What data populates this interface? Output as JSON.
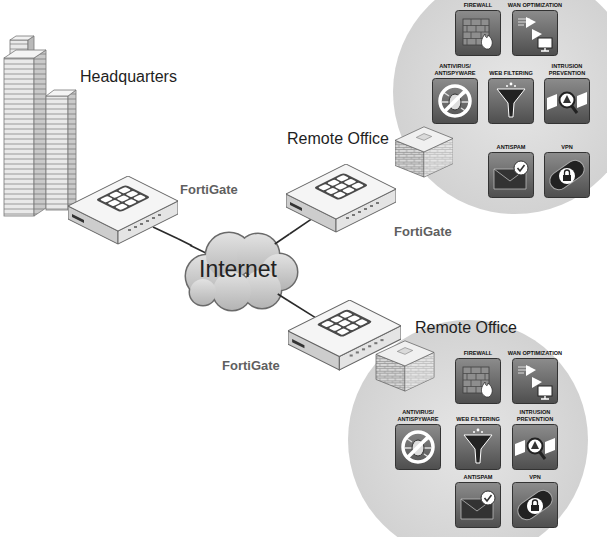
{
  "diagram": {
    "nodes": [
      {
        "text": [
          "FIREWALL"
        ]
      },
      {
        "text": [
          "WAN OPTIMIZATION"
        ]
      },
      {
        "text": [
          "Headquarters"
        ]
      },
      {
        "text": [
          "ANTIVIRUS/ ANTISPYWARE"
        ]
      },
      {
        "text": [
          "WEB FILTERING"
        ]
      },
      {
        "text": [
          "INTRUSION PREVENTION"
        ]
      },
      {
        "text": [
          "Remote Office"
        ]
      },
      {
        "text": [
          "ANTISPAM"
        ]
      },
      {
        "text": [
          "VPN"
        ]
      },
      {
        "text": [
          "FortiGate"
        ]
      },
      {
        "text": [
          "FortiGate"
        ]
      },
      {
        "text": [
          "Internet"
        ]
      },
      {
        "text": [
          "FortiGate"
        ]
      },
      {
        "text": [
          "Remote Office"
        ]
      },
      {
        "text": [
          "FIREWALL"
        ]
      },
      {
        "text": [
          "WAN OPTIMIZATION"
        ]
      },
      {
        "text": [
          "ANTIVIRUS/ ANTISPYWARE"
        ]
      },
      {
        "text": [
          "WEB FILTERING"
        ]
      },
      {
        "text": [
          "INTRUSION PREVENTION"
        ]
      },
      {
        "text": [
          "ANTISPAM"
        ]
      },
      {
        "text": [
          "VPN"
        ]
      }
    ],
    "edges": [
      {
        "from": 9,
        "to": 11,
        "arrow": "none"
      },
      {
        "from": 11,
        "to": 10,
        "arrow": "none"
      },
      {
        "from": 11,
        "to": 12,
        "arrow": "none"
      }
    ]
  }
}
